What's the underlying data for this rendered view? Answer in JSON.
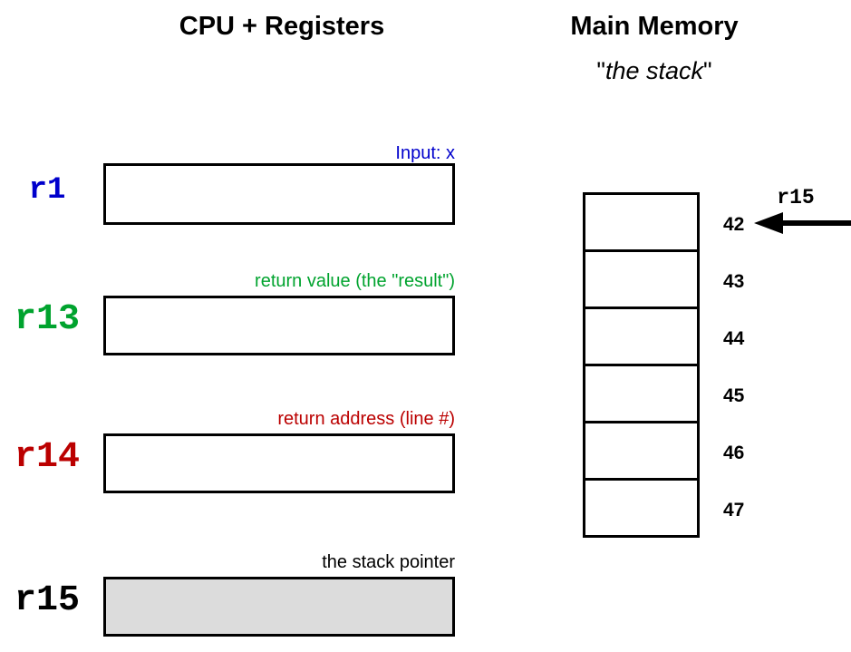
{
  "headings": {
    "cpu": "CPU + Registers",
    "memory": "Main Memory",
    "memory_sub_open_quote": "\"",
    "memory_sub_italic": "the stack",
    "memory_sub_close_quote": "\""
  },
  "colors": {
    "r1": "#0000CC",
    "r13": "#00A32E",
    "r14": "#BB0000",
    "r15": "#000000",
    "box_border": "#000000",
    "r15_fill": "#DCDCDC",
    "background": "#FFFFFF"
  },
  "registers": [
    {
      "name": "r1",
      "caption": "Input: x",
      "value": "",
      "filled": false
    },
    {
      "name": "r13",
      "caption": "return value (the \"result\")",
      "value": "",
      "filled": false
    },
    {
      "name": "r14",
      "caption": "return address (line #)",
      "value": "",
      "filled": false
    },
    {
      "name": "r15",
      "caption": "the stack pointer",
      "value": "",
      "filled": true
    }
  ],
  "memory": {
    "cells": [
      {
        "address": "42",
        "value": ""
      },
      {
        "address": "43",
        "value": ""
      },
      {
        "address": "44",
        "value": ""
      },
      {
        "address": "45",
        "value": ""
      },
      {
        "address": "46",
        "value": ""
      },
      {
        "address": "47",
        "value": ""
      }
    ],
    "pointer": {
      "label": "r15",
      "points_to_address": "42",
      "direction": "left"
    }
  }
}
